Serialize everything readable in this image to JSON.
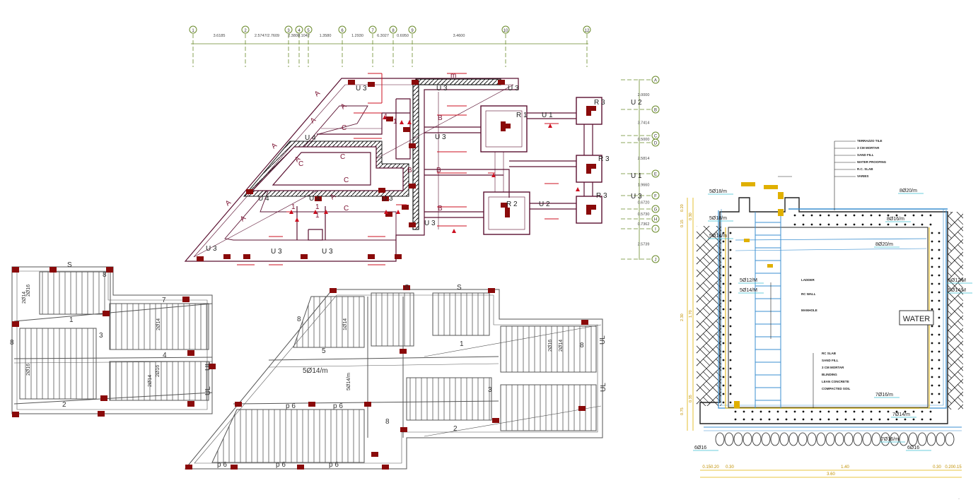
{
  "colors": {
    "wall": "#5a1030",
    "column": "#8a0a0a",
    "marker": "#cc1020",
    "grid": "#6a8a2a",
    "rebar": "#111111",
    "water": "#3b8fd0",
    "dimension": "#e0b000",
    "hatch": "#1a1a1a"
  },
  "grid_top": {
    "bubbles": [
      "1",
      "2",
      "3",
      "4",
      "5",
      "6",
      "7",
      "8",
      "9",
      "10",
      "12"
    ],
    "dims": [
      "3.6185",
      "2.5747/2.7609",
      "2.3800",
      "2.1042",
      "1.3580",
      "1.2930",
      "6.3027",
      "0.6950",
      "3.4600"
    ]
  },
  "grid_right": {
    "bubbles": [
      "A",
      "B",
      "C",
      "D",
      "E",
      "F",
      "G",
      "H",
      "I",
      "J"
    ],
    "dims": [
      "2.0000",
      "3.7414",
      "0.5000",
      "2.5814",
      "1.9660",
      "0.6720",
      "0.5730",
      "0.7362",
      "2.5739"
    ]
  },
  "plan_labels": {
    "beams": [
      "U 3",
      "U 3",
      "U 3",
      "U 4",
      "U 4",
      "U 4",
      "U 3",
      "U 3",
      "U 3",
      "U 3",
      "U 3",
      "U 2",
      "U 1",
      "U 3",
      "U 3"
    ],
    "rooms": [
      "R 1",
      "R 2",
      "R 3",
      "R 3",
      "R 3"
    ],
    "sections": [
      "A",
      "A",
      "A",
      "A",
      "A",
      "A",
      "A",
      "A",
      "B",
      "B",
      "B",
      "B",
      "C",
      "C",
      "C",
      "C",
      "C",
      "1",
      "1",
      "1",
      "1",
      "1",
      "m"
    ]
  },
  "slab_labels": [
    "S",
    "1",
    "3",
    "4",
    "2",
    "7",
    "8",
    "UL",
    "UL",
    "2Ø14",
    "2Ø16",
    "2Ø14",
    "2Ø16",
    "2Ø16",
    "2Ø14",
    "8",
    "S",
    "S",
    "5",
    "5Ø14/m",
    "5Ø14/m",
    "1Ø14",
    "p 6",
    "p 6",
    "p 6",
    "p 6",
    "p 6",
    "1",
    "3",
    "UL",
    "2Ø16",
    "2Ø14",
    "UL",
    "8",
    "2",
    "8",
    "8"
  ],
  "tank": {
    "water_label": "WATER",
    "rebar_labels": [
      "5Ø18/m",
      "8Ø20/m",
      "5Ø18/m",
      "8Ø16/m",
      "5Ø14/m",
      "8Ø20/m",
      "5Ø12/M",
      "5Ø14/M",
      "5Ø12/M",
      "5Ø14/M",
      "7Ø16/m",
      "7Ø14/m",
      "7Ø16/m",
      "6Ø16",
      "6Ø16"
    ],
    "bottom_dims": [
      "0.150.20",
      "0.30",
      "1.40",
      "0.30",
      "0.200.15"
    ],
    "overall_dim": "3.60",
    "left_dims": [
      "2.30",
      "1.70",
      "0.75",
      "0.35",
      "0.20",
      "0.30",
      "0.15"
    ],
    "note_lines_top": [
      "TERRAZZO TILE",
      "3 CM MORTAR",
      "SAND FILL",
      "WATER PROOFING",
      "R.C. SLAB",
      "VARIES"
    ],
    "note_lines_mid": [
      "LADDER",
      "RC WALL",
      "MANHOLE"
    ],
    "note_lines_bottom": [
      "RC SLAB",
      "SAND FILL",
      "3 CM MORTAR",
      "BLINDING",
      "LEAN CONCRETE",
      "COMPACTED SOIL"
    ]
  }
}
